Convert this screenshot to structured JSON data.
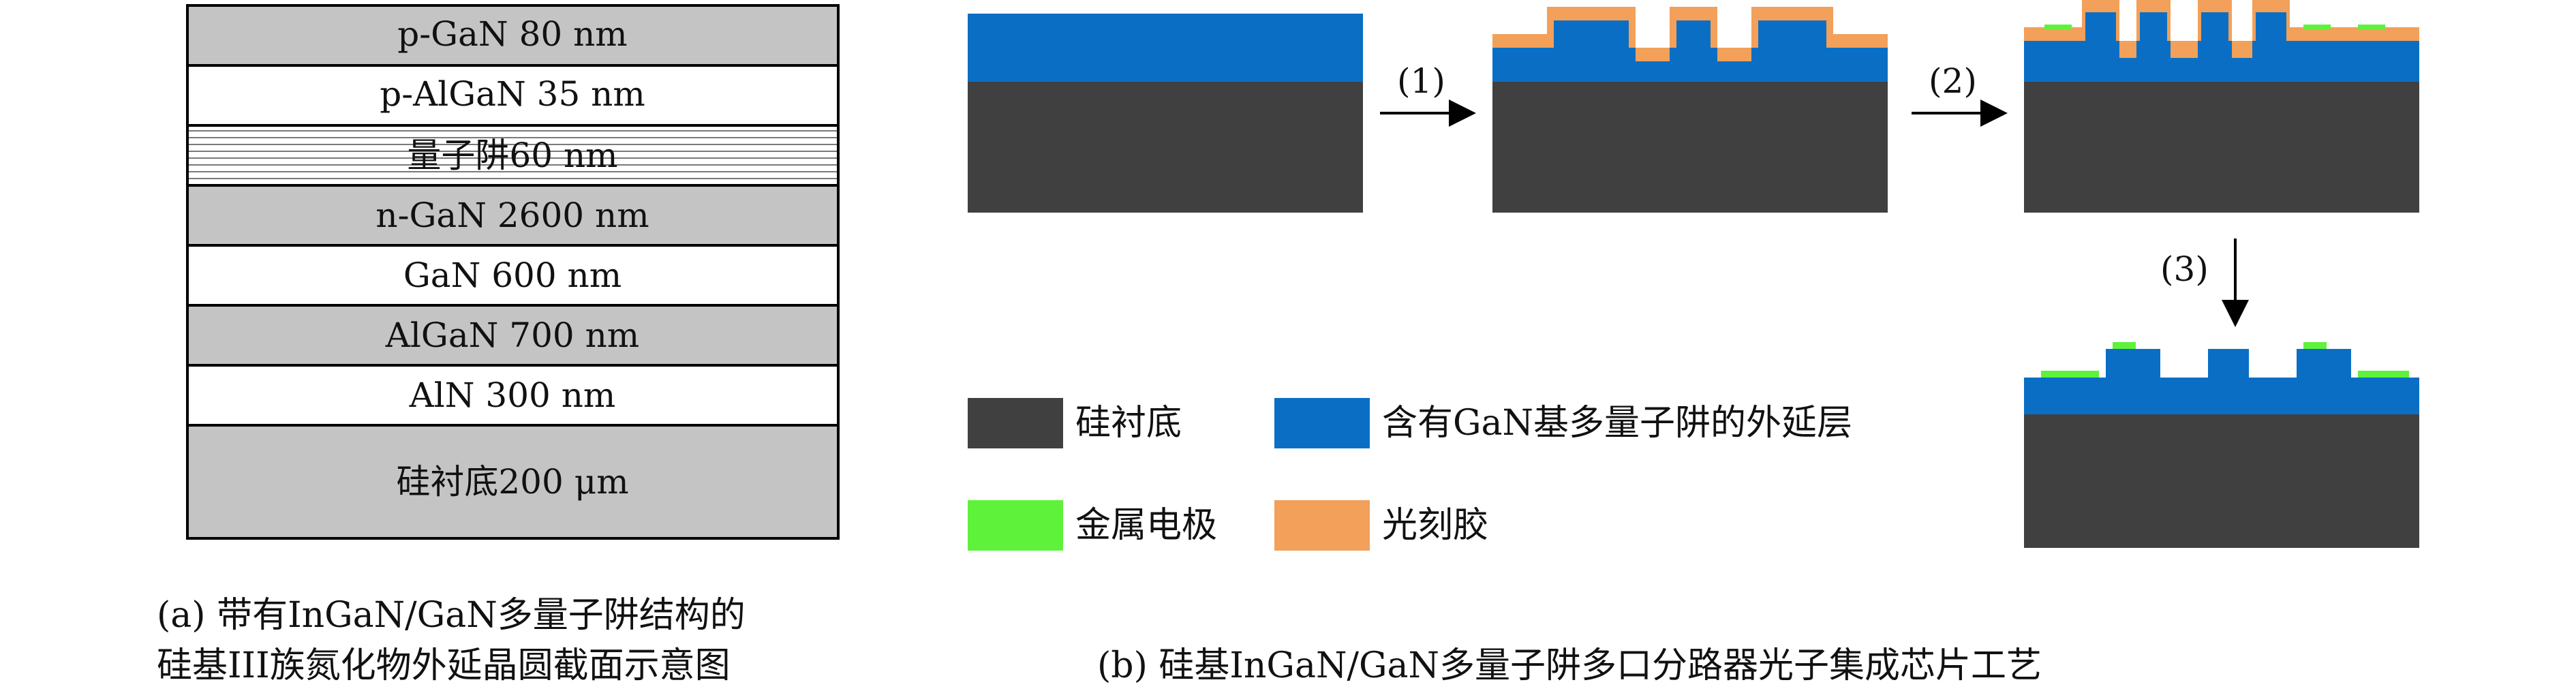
{
  "panel_a": {
    "layers": [
      {
        "label": "p-GaN 80 nm",
        "style": "gray"
      },
      {
        "label": "p-AlGaN 35 nm",
        "style": "white"
      },
      {
        "label": "量子阱60 nm",
        "style": "striped"
      },
      {
        "label": "n-GaN 2600 nm",
        "style": "gray"
      },
      {
        "label": "GaN 600 nm",
        "style": "white"
      },
      {
        "label": "AlGaN 700 nm",
        "style": "gray"
      },
      {
        "label": "AlN 300 nm",
        "style": "white"
      },
      {
        "label": "硅衬底200 μm",
        "style": "gray"
      }
    ],
    "caption_line1": "(a) 带有InGaN/GaN多量子阱结构的",
    "caption_line2": "硅基III族氮化物外延晶圆截面示意图"
  },
  "panel_b": {
    "steps": [
      "(1)",
      "(2)",
      "(3)"
    ],
    "legend": [
      {
        "label": "硅衬底",
        "color": "#404040"
      },
      {
        "label": "含有GaN基多量子阱的外延层",
        "color": "#0a6fc4"
      },
      {
        "label": "金属电极",
        "color": "#5ef23a"
      },
      {
        "label": "光刻胶",
        "color": "#f2a05a"
      }
    ],
    "caption": "(b) 硅基InGaN/GaN多量子阱多口分路器光子集成芯片工艺"
  },
  "colors": {
    "substrate": "#404040",
    "epi": "#0a6fc4",
    "metal": "#5ef23a",
    "resist": "#f2a05a",
    "layer_gray": "#c4c4c4"
  }
}
